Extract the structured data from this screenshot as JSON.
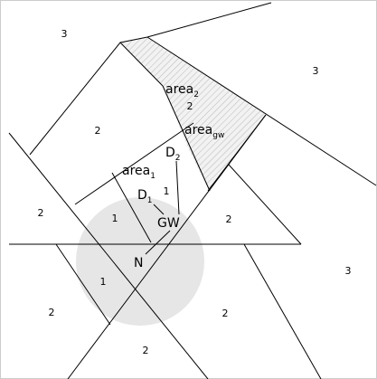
{
  "diagram": {
    "colors": {
      "background": "#ffffff",
      "frame": "#cccccc",
      "line": "#000000",
      "circle_fill": "#e6e6e6",
      "hatch": "#b8b8b8",
      "hatch_bg": "#f2f2f2"
    },
    "region_labels": {
      "r_top_left": "3",
      "r_top_right": "3",
      "r_right": "3",
      "r_upper_left": "2",
      "r_hatched_top": "2",
      "r_left": "2",
      "r_mid_right": "2",
      "r_bottom_left": "2",
      "r_bottom_mid": "2",
      "r_bottom": "2",
      "r_inner": "1",
      "r_inner_left": "1",
      "r_inner_lower": "1"
    },
    "areas": {
      "area2": {
        "base": "area",
        "sub": "2"
      },
      "area_gw": {
        "base": "area",
        "sub": "gw"
      },
      "area1": {
        "base": "area",
        "sub": "1"
      }
    },
    "points": {
      "D2": {
        "base": "D",
        "sub": "2"
      },
      "D1": {
        "base": "D",
        "sub": "1"
      },
      "GW": "GW",
      "N": "N"
    }
  }
}
